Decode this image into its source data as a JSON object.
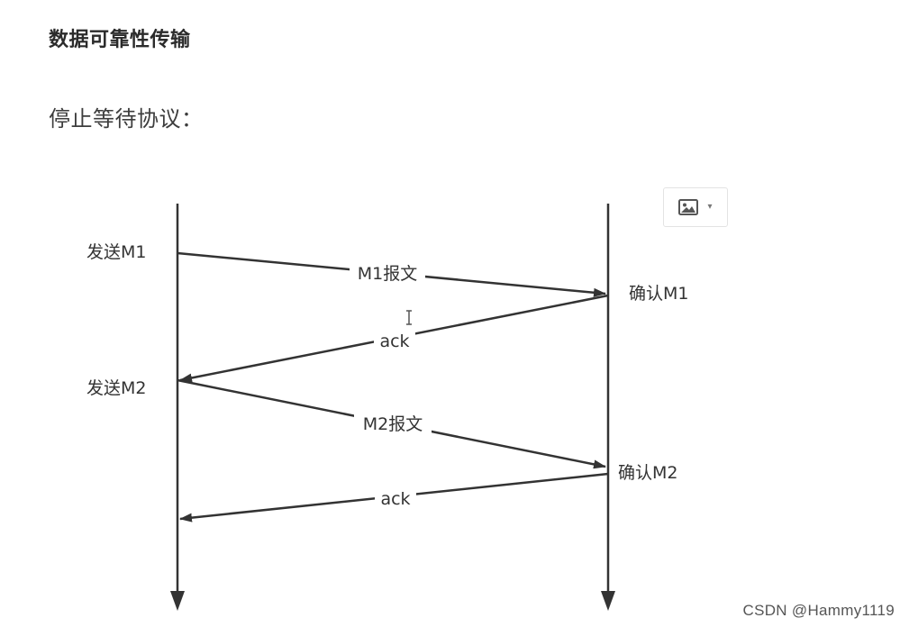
{
  "document": {
    "heading": "数据可靠性传输",
    "subheading": "停止等待协议："
  },
  "toolbar": {
    "image_icon": "image-icon",
    "dropdown_icon": "chevron-down-icon",
    "caret_glyph": "▾"
  },
  "diagram": {
    "left_events": [
      "发送M1",
      "发送M2"
    ],
    "right_events": [
      "确认M1",
      "确认M2"
    ],
    "messages": [
      "M1报文",
      "ack",
      "M2报文",
      "ack"
    ],
    "line_color": "#333333"
  },
  "watermark": "CSDN @Hammy1119"
}
